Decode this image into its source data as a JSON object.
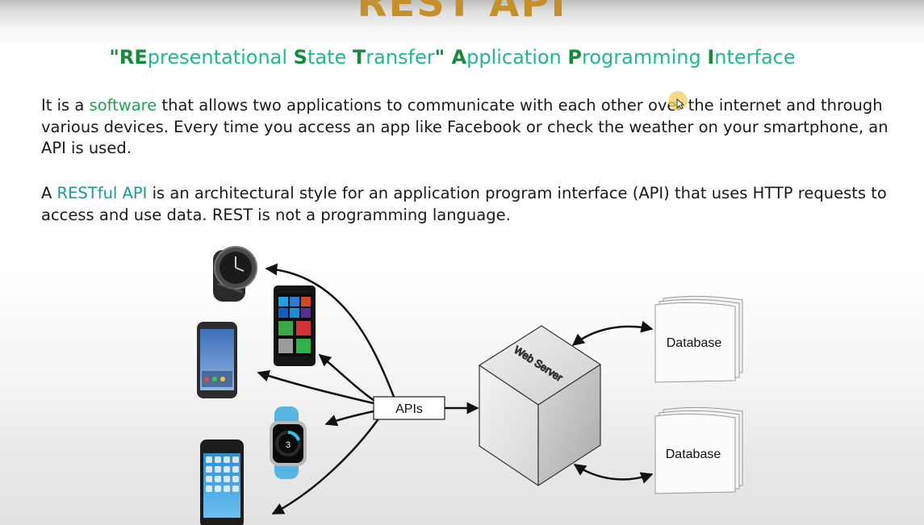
{
  "slide": {
    "title": "REST API",
    "subtitle": {
      "parts": [
        {
          "text": "\"",
          "cap": true
        },
        {
          "text": "RE",
          "cap": true
        },
        {
          "text": "presentational ",
          "cap": false
        },
        {
          "text": "S",
          "cap": true
        },
        {
          "text": "tate ",
          "cap": false
        },
        {
          "text": "T",
          "cap": true
        },
        {
          "text": "ransfer",
          "cap": false
        },
        {
          "text": "\" ",
          "cap": true
        },
        {
          "text": "A",
          "cap": true
        },
        {
          "text": "pplication ",
          "cap": false
        },
        {
          "text": "P",
          "cap": true
        },
        {
          "text": "rogramming ",
          "cap": false
        },
        {
          "text": "I",
          "cap": true
        },
        {
          "text": "nterface",
          "cap": false
        }
      ]
    },
    "paragraph1": {
      "before": "It is a ",
      "highlight": "software",
      "after": " that allows two applications to communicate with each other over the internet and through various devices. Every time you access an app like Facebook or check the weather on your smartphone, an API is used."
    },
    "paragraph2": {
      "before": "A ",
      "highlight": "RESTful API",
      "after": " is an architectural style for an application program interface (API) that uses HTTP requests to access and use data. REST is not a programming language."
    }
  },
  "diagram": {
    "apis_label": "APIs",
    "server_label": "Web Server",
    "database_labels": [
      "Database",
      "Database"
    ],
    "devices": [
      "smartwatch-round",
      "windows-phone",
      "android-phone",
      "apple-watch",
      "iphone"
    ],
    "watch_text": "3"
  },
  "colors": {
    "title": "#c5902a",
    "subtitle_light": "#1eb894",
    "subtitle_caps": "#178a3c",
    "software_highlight": "#1fa34f",
    "restful_highlight": "#1b9c92"
  }
}
